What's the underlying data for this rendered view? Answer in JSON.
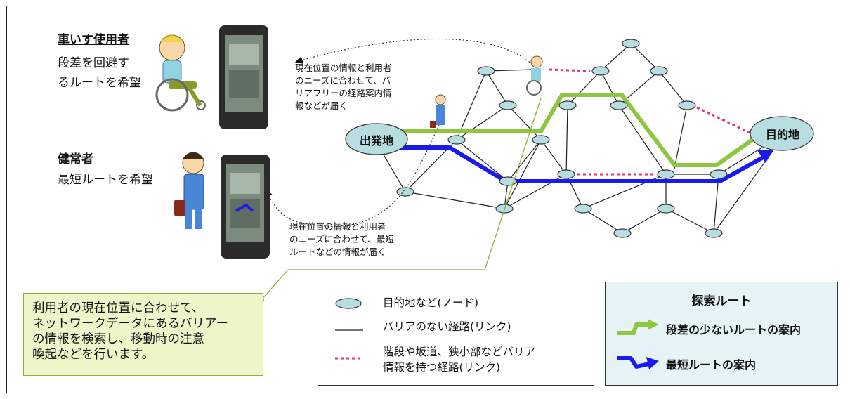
{
  "personas": {
    "wheelchair": {
      "title": "車いす使用者",
      "description": "段差を回避す\nるルートを希望",
      "caption": "現在位置の情報と利用者\nのニーズに合わせて、バ\nリアフリーの経路案内情\n報などが届く"
    },
    "able_bodied": {
      "title": "健常者",
      "description": "最短ルートを希望",
      "caption": "現在位置の情報と利用者\nのニーズに合わせて、最短\nルートなどの情報が届く"
    }
  },
  "network": {
    "start_label": "出発地",
    "destination_label": "目的地"
  },
  "callout": {
    "text": "利用者の現在位置に合わせて、\nネットワークデータにあるバリアー\nの情報を検索し、移動時の注意\n喚起などを行います。"
  },
  "legend": {
    "items": [
      {
        "symbol": "node-ellipse",
        "label": "目的地など(ノード)"
      },
      {
        "symbol": "link-line",
        "label": "バリアのない経路(リンク)"
      },
      {
        "symbol": "barrier-dotted",
        "label": "階段や坂道、狭小部などバリア\n情報を持つ経路(リンク)"
      }
    ]
  },
  "search_routes": {
    "title": "探索ルート",
    "items": [
      {
        "label": "段差の少ないルートの案内",
        "color": "#8dc63f"
      },
      {
        "label": "最短ルートの案内",
        "color": "#1a1aee"
      }
    ]
  },
  "colors": {
    "node_fill": "#b7dde0",
    "node_stroke": "#333333",
    "barrier": "#e8306e",
    "accessible_route": "#8dc63f",
    "shortest_route": "#1a1aee",
    "callout_bg": "#eef5c8",
    "route_box_bg": "#e6f4f7"
  }
}
